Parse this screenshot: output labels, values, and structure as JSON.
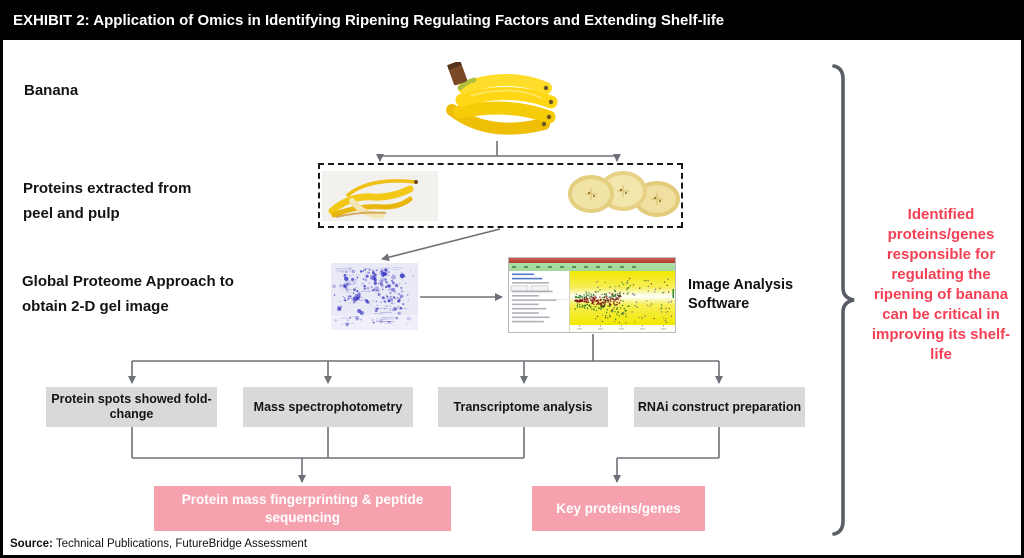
{
  "header": {
    "title": "EXHIBIT 2: Application of Omics in Identifying Ripening Regulating Factors and Extending Shelf-life"
  },
  "stages": {
    "banana": "Banana",
    "extraction": "Proteins extracted from peel and pulp",
    "proteome": "Global Proteome Approach to obtain 2-D gel image"
  },
  "software_label": "Image Analysis Software",
  "process_boxes": [
    {
      "label": "Protein spots showed fold-change"
    },
    {
      "label": "Mass spectrophotometry"
    },
    {
      "label": "Transcriptome analysis"
    },
    {
      "label": "RNAi construct preparation"
    }
  ],
  "result_boxes": [
    {
      "label": "Protein mass fingerprinting & peptide sequencing"
    },
    {
      "label": "Key proteins/genes"
    }
  ],
  "conclusion": "Identified proteins/genes responsible for regulating the ripening of banana can be critical in improving its shelf-life",
  "source": {
    "prefix": "Source:",
    "text": " Technical Publications, FutureBridge Assessment"
  },
  "colors": {
    "header_bg": "#000000",
    "box_gray": "#d9d9d9",
    "box_pink": "#f5a2ae",
    "conclusion_red": "#f43f54",
    "arrow": "#6d7177",
    "brace": "#585d66"
  }
}
